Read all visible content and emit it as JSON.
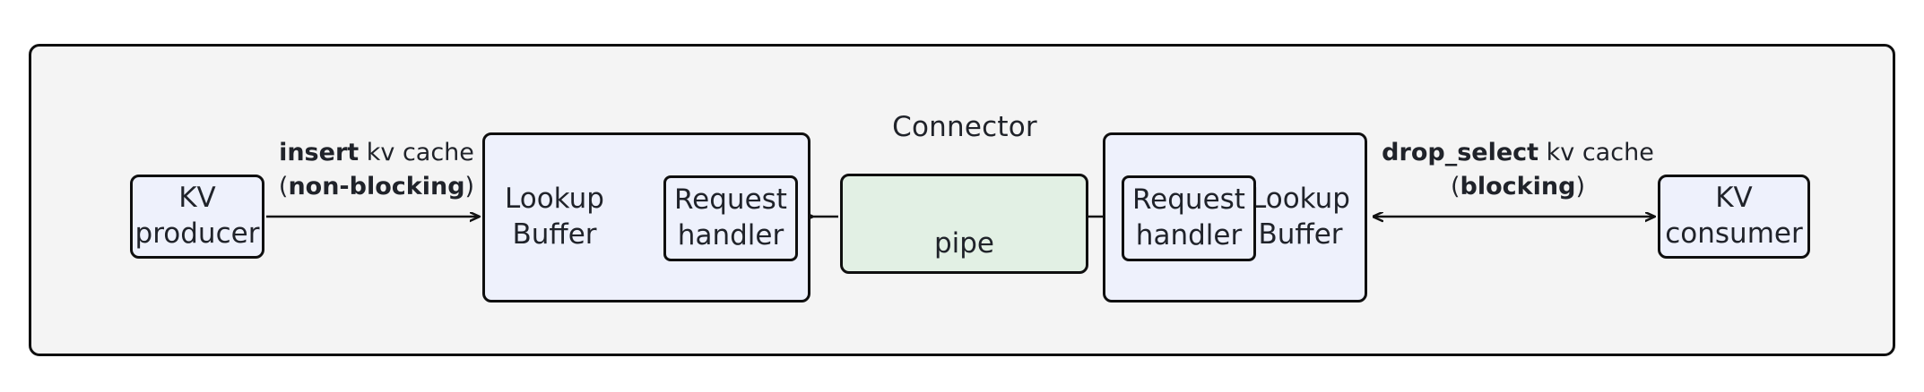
{
  "diagram": {
    "title": "Connector",
    "colors": {
      "frame_fill": "#f4f4f4",
      "stroke": "#0f0f0f",
      "node_blue": "#eef1fc",
      "node_green": "#e2f0e4",
      "text": "#20232a"
    }
  },
  "nodes": {
    "kv_producer": {
      "label": "KV\nproducer"
    },
    "kv_consumer": {
      "label": "KV\nconsumer"
    },
    "lookup_buffer_left": {
      "label": "Lookup\nBuffer"
    },
    "lookup_buffer_right": {
      "label": "Lookup\nBuffer"
    },
    "request_handler_left": {
      "label": "Request\nhandler"
    },
    "request_handler_right": {
      "label": "Request\nhandler"
    },
    "pipe": {
      "label": "pipe"
    }
  },
  "edges": {
    "insert": {
      "op": "insert",
      "tail": " kv cache",
      "paren_open": "(",
      "mode": "non-blocking",
      "paren_close": ")"
    },
    "drop_select": {
      "op": "drop_select",
      "tail": " kv cache",
      "paren_open": "(",
      "mode": "blocking",
      "paren_close": ")"
    }
  }
}
